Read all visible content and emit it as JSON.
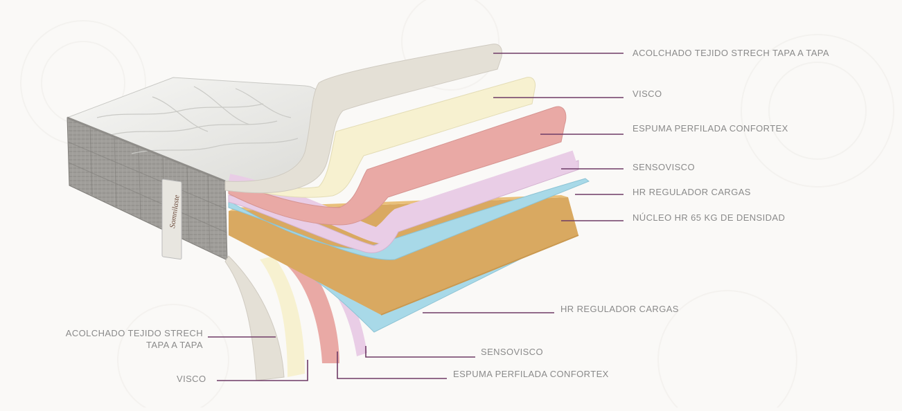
{
  "colors": {
    "leader": "#6e3a66",
    "label_text": "#8a8a8a",
    "quilted_cover": "#e4e0d6",
    "visco": "#f7f1d0",
    "espuma_confortex": "#e9a9a5",
    "sensovisco": "#e9cde6",
    "hr_regulador": "#a8d9e8",
    "nucleo_hr": "#d9a961",
    "side_fabric": "#9a9894",
    "top_cover": "#eeeeec"
  },
  "brand_mark": "Somnilaste",
  "labels_right": [
    {
      "id": "acolchado-top",
      "text": "ACOLCHADO TEJIDO STRECH TAPA A TAPA"
    },
    {
      "id": "visco-top",
      "text": "VISCO"
    },
    {
      "id": "espuma-top",
      "text": "ESPUMA PERFILADA CONFORTEX"
    },
    {
      "id": "sensovisco-top",
      "text": "SENSOVISCO"
    },
    {
      "id": "hr-top",
      "text": "HR REGULADOR CARGAS"
    },
    {
      "id": "nucleo",
      "text": "NÚCLEO HR 65 KG DE DENSIDAD"
    }
  ],
  "labels_bottom": [
    {
      "id": "hr-bottom",
      "text": "HR REGULADOR CARGAS"
    },
    {
      "id": "sensovisco-bottom",
      "text": "SENSOVISCO"
    },
    {
      "id": "espuma-bottom",
      "text": "ESPUMA PERFILADA CONFORTEX"
    }
  ],
  "labels_left": [
    {
      "id": "acolchado-bottom",
      "line1": "ACOLCHADO TEJIDO STRECH",
      "line2": "TAPA A TAPA"
    },
    {
      "id": "visco-bottom",
      "text": "VISCO"
    }
  ]
}
